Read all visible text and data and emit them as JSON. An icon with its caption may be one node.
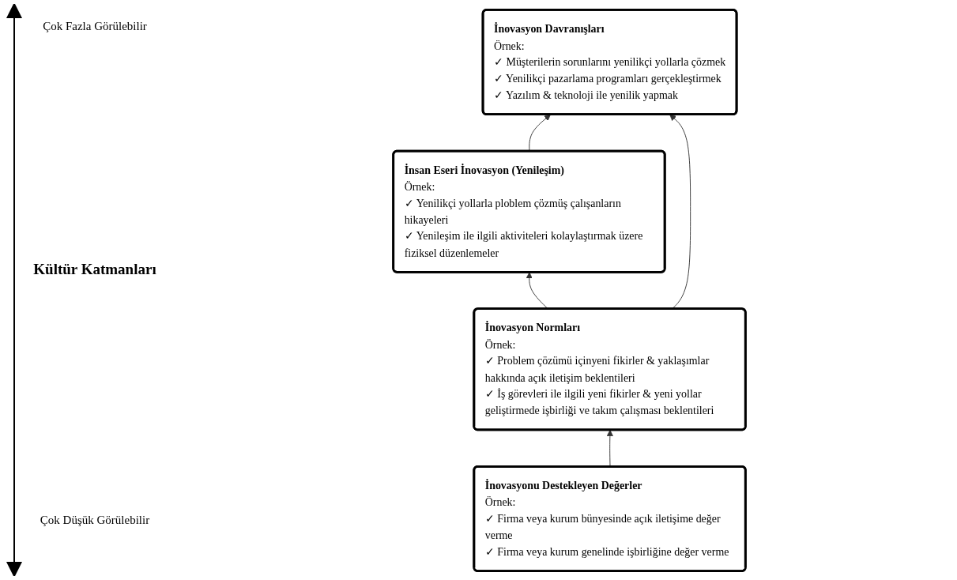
{
  "diagram": {
    "nodes": [
      {
        "text": [
          "İnsan Eseri İnovasyon (Yenileşim)",
          "Örnek:",
          "✓ Yenilikçi yollarla ploblem çözmüş çalışanların hikayeleri",
          "✓ Yenileşim ile ilgili aktiviteleri kolaylaştırmak üzere fiziksel düzenlemeler"
        ]
      },
      {
        "text": [
          "İnovasyon Davranışları",
          "Örnek:",
          "✓ Müşterilerin sorunlarını yenilikçi yollarla çözmek",
          "✓ Yenilikçi pazarlama programları gerçekleştirmek",
          "✓ Yazılım & teknoloji ile yenilik yapmak"
        ]
      },
      {
        "text": [
          "İnovasyon Normları",
          "Örnek:",
          "✓ Problem çözümü içinyeni fikirler & yaklaşımlar hakkında açık iletişim beklentileri",
          "✓ İş görevleri ile ilgili yeni fikirler & yeni yollar geliştirmede işbirliği ve takım çalışması beklentileri"
        ]
      },
      {
        "text": [
          "İnovasyonu Destekleyen Değerler",
          "Örnek:",
          "✓ Firma veya kurum bünyesinde açık iletişime değer verme",
          "✓ Firma veya kurum genelinde işbirliğine değer verme"
        ]
      }
    ],
    "edges": [
      {
        "from": 3,
        "to": 2,
        "arrow": "to"
      },
      {
        "from": 2,
        "to": 0,
        "arrow": "to"
      },
      {
        "from": 0,
        "to": 1,
        "arrow": "to"
      },
      {
        "from": 2,
        "to": 1,
        "arrow": "to"
      }
    ],
    "labels": [
      "Çok Fazla Görülebilir",
      "Kültür Katmanları",
      "Çok Düşük Görülebilir"
    ]
  }
}
